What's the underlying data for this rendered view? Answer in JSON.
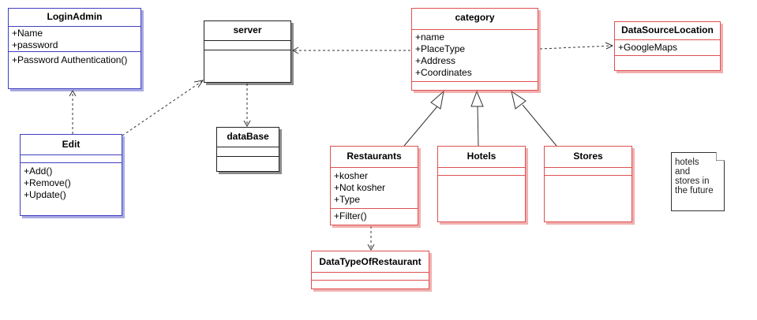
{
  "classes": {
    "login_admin": {
      "name": "LoginAdmin",
      "attributes": [
        "+Name",
        "+password"
      ],
      "operations": [
        "+Password Authentication()"
      ]
    },
    "edit": {
      "name": "Edit",
      "attributes": [],
      "operations": [
        "+Add()",
        "+Remove()",
        "+Update()"
      ]
    },
    "server": {
      "name": "server"
    },
    "database": {
      "name": "dataBase"
    },
    "category": {
      "name": "category",
      "attributes": [
        "+name",
        "+PlaceType",
        "+Address",
        "+Coordinates"
      ]
    },
    "data_source_location": {
      "name": "DataSourceLocation",
      "attributes": [
        "+GoogleMaps"
      ]
    },
    "restaurants": {
      "name": "Restaurants",
      "attributes": [
        "+kosher",
        "+Not kosher",
        "+Type"
      ],
      "operations": [
        "+Filter()"
      ]
    },
    "hotels": {
      "name": "Hotels"
    },
    "stores": {
      "name": "Stores"
    },
    "data_type_of_restaurant": {
      "name": "DataTypeOfRestaurant"
    }
  },
  "note": {
    "lines": [
      "hotels",
      "and",
      "stores in",
      "the future"
    ]
  },
  "colors": {
    "admin_border": "#4040c0",
    "domain_border": "#e05050",
    "infra_border": "#222222"
  }
}
